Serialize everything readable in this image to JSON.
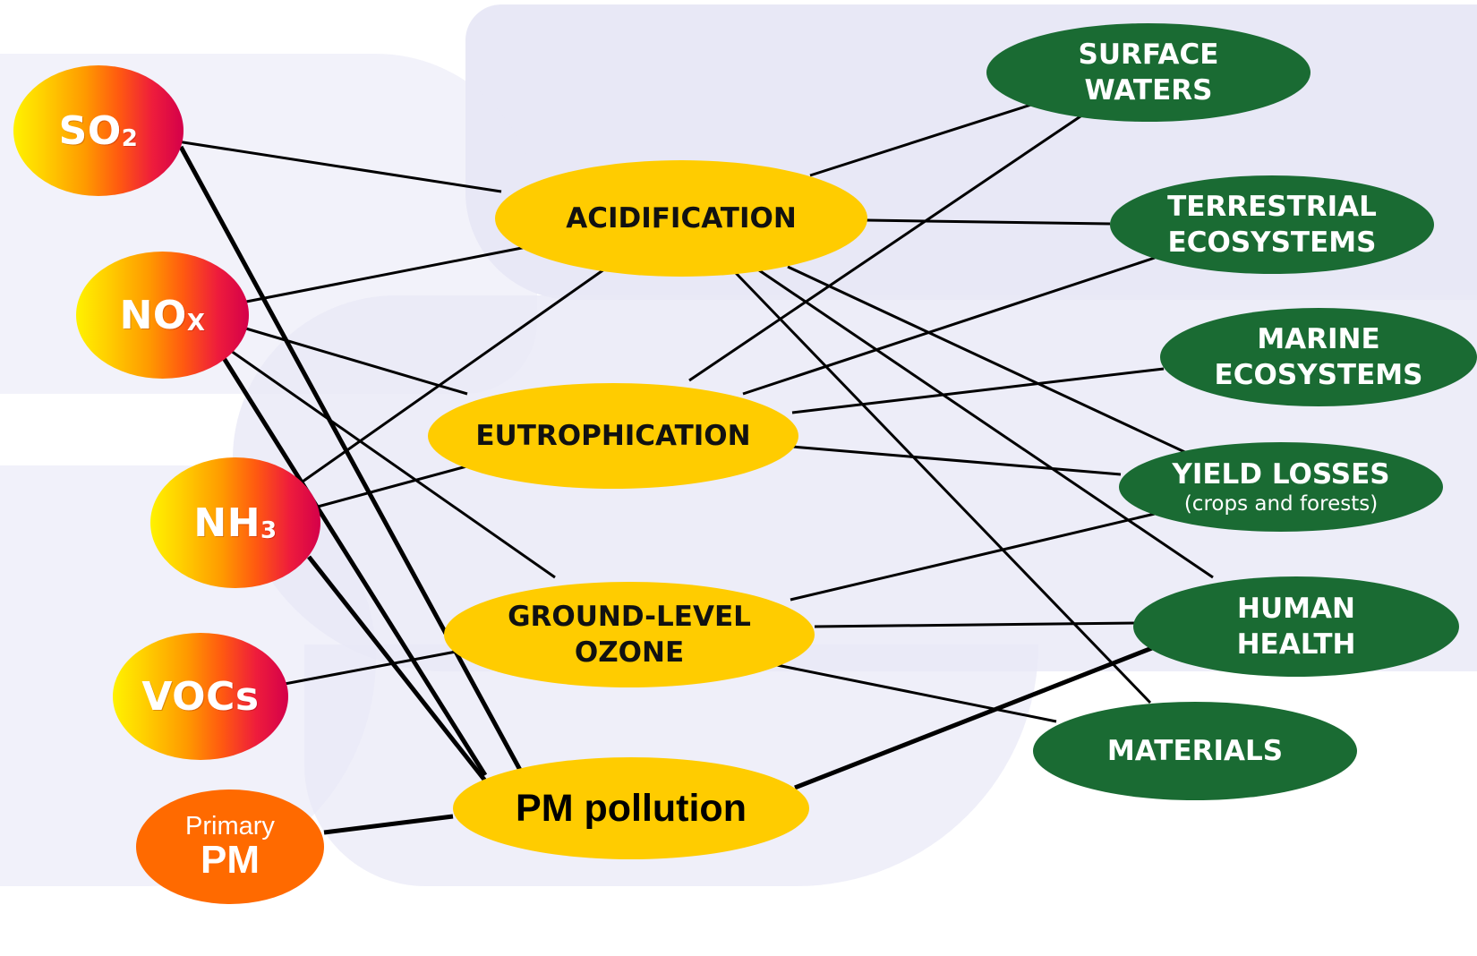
{
  "pollutants": {
    "so2": {
      "main": "SO",
      "sub": "2"
    },
    "nox": {
      "main": "NO",
      "sub": "X"
    },
    "nh3": {
      "main": "NH",
      "sub": "3"
    },
    "vocs": {
      "main": "VOCs"
    },
    "primary_pm": {
      "line1": "Primary",
      "line2": "PM"
    }
  },
  "effects": {
    "acidification": "ACIDIFICATION",
    "eutrophication": "EUTROPHICATION",
    "ozone": {
      "line1": "GROUND-LEVEL",
      "line2": "OZONE"
    },
    "pm": "PM pollution"
  },
  "receptors": {
    "surface_waters": {
      "line1": "SURFACE",
      "line2": "WATERS"
    },
    "terrestrial": {
      "line1": "TERRESTRIAL",
      "line2": "ECOSYSTEMS"
    },
    "marine": {
      "line1": "MARINE",
      "line2": "ECOSYSTEMS"
    },
    "yield": {
      "line1": "YIELD LOSSES",
      "line2": "(crops and forests)"
    },
    "health": {
      "line1": "HUMAN",
      "line2": "HEALTH"
    },
    "materials": "MATERIALS"
  },
  "colors": {
    "pollutant_gradient": [
      "#fff200",
      "#ff9a00",
      "#d4004a"
    ],
    "primary_pm": "#ff6a00",
    "effect": "#ffcc00",
    "receptor": "#1a6b33",
    "link": "#000000"
  }
}
